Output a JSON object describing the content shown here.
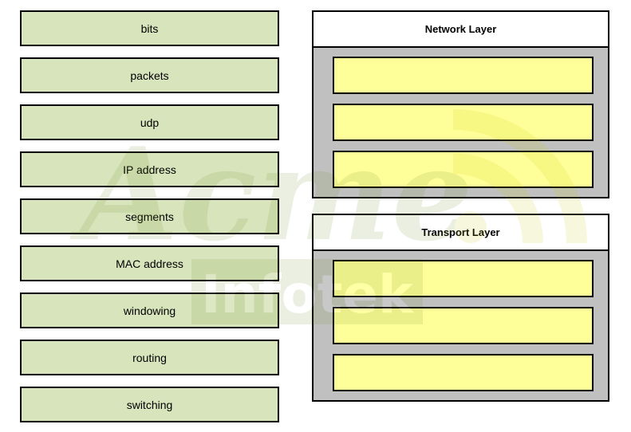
{
  "options": [
    "bits",
    "packets",
    "udp",
    "IP address",
    "segments",
    "MAC address",
    "windowing",
    "routing",
    "switching"
  ],
  "layers": [
    {
      "title": "Network Layer",
      "slots": 3
    },
    {
      "title": "Transport Layer",
      "slots": 3
    }
  ],
  "colors": {
    "option_fill": "#d8e4bc",
    "slot_fill": "#ffff99",
    "layer_fill": "#c0c0c0"
  },
  "watermark": {
    "text_top": "Acme",
    "text_bottom": "Infotek"
  }
}
